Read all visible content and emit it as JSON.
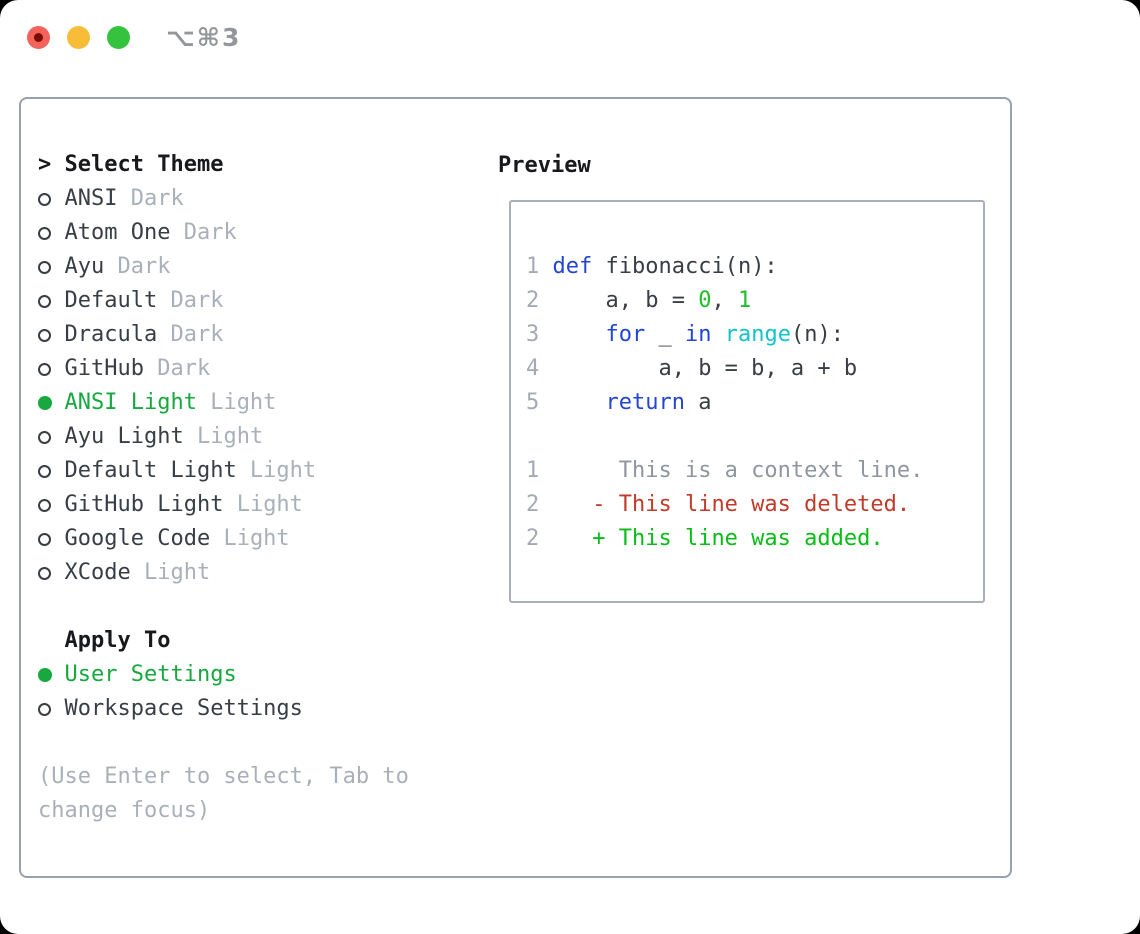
{
  "window": {
    "shortcut_label": "⌥⌘3",
    "traffic_lights": [
      "close",
      "minimize",
      "zoom"
    ]
  },
  "panel": {
    "select_theme": {
      "prompt": ">",
      "title": "Select Theme"
    },
    "themes": [
      {
        "name": "ANSI",
        "variant": "Dark",
        "selected": false
      },
      {
        "name": "Atom One",
        "variant": "Dark",
        "selected": false
      },
      {
        "name": "Ayu",
        "variant": "Dark",
        "selected": false
      },
      {
        "name": "Default",
        "variant": "Dark",
        "selected": false
      },
      {
        "name": "Dracula",
        "variant": "Dark",
        "selected": false
      },
      {
        "name": "GitHub",
        "variant": "Dark",
        "selected": false
      },
      {
        "name": "ANSI Light",
        "variant": "Light",
        "selected": true
      },
      {
        "name": "Ayu Light",
        "variant": "Light",
        "selected": false
      },
      {
        "name": "Default Light",
        "variant": "Light",
        "selected": false
      },
      {
        "name": "GitHub Light",
        "variant": "Light",
        "selected": false
      },
      {
        "name": "Google Code",
        "variant": "Light",
        "selected": false
      },
      {
        "name": "XCode",
        "variant": "Light",
        "selected": false
      }
    ],
    "apply_to": {
      "title": "Apply To",
      "options": [
        {
          "label": "User Settings",
          "selected": true
        },
        {
          "label": "Workspace Settings",
          "selected": false
        }
      ]
    },
    "help_lines": [
      "(Use Enter to select, Tab to",
      "change focus)"
    ]
  },
  "preview": {
    "title": "Preview",
    "code_lines": [
      {
        "num": "1",
        "segments": [
          {
            "c": "kw",
            "t": "def"
          },
          {
            "c": "p",
            "t": " fibonacci(n):"
          }
        ]
      },
      {
        "num": "2",
        "segments": [
          {
            "c": "p",
            "t": "    a, b = "
          },
          {
            "c": "nm",
            "t": "0"
          },
          {
            "c": "p",
            "t": ", "
          },
          {
            "c": "nm",
            "t": "1"
          }
        ]
      },
      {
        "num": "3",
        "segments": [
          {
            "c": "p",
            "t": "    "
          },
          {
            "c": "kw",
            "t": "for"
          },
          {
            "c": "p",
            "t": " _ "
          },
          {
            "c": "kw",
            "t": "in"
          },
          {
            "c": "p",
            "t": " "
          },
          {
            "c": "bi",
            "t": "range"
          },
          {
            "c": "p",
            "t": "(n):"
          }
        ]
      },
      {
        "num": "4",
        "segments": [
          {
            "c": "p",
            "t": "        a, b = b, a + b"
          }
        ]
      },
      {
        "num": "5",
        "segments": [
          {
            "c": "p",
            "t": "    "
          },
          {
            "c": "kw",
            "t": "return"
          },
          {
            "c": "p",
            "t": " a"
          }
        ]
      },
      {
        "num": "",
        "segments": []
      },
      {
        "num": "1",
        "segments": [
          {
            "c": "ctx",
            "t": "     This is a context line."
          }
        ]
      },
      {
        "num": "2",
        "segments": [
          {
            "c": "del",
            "t": "   - This line was deleted."
          }
        ]
      },
      {
        "num": "2",
        "segments": [
          {
            "c": "add",
            "t": "   + This line was added."
          }
        ]
      }
    ]
  },
  "colors": {
    "accent_green": "#17a83f",
    "added_green": "#09bd15",
    "deleted_red": "#c23a28",
    "keyword_blue": "#2346d2",
    "builtin_cyan": "#12c3c9",
    "number_green": "#1fbe2a",
    "text_dark": "#383e45",
    "heading_black": "#17191c",
    "muted_gray": "#a9b0ba",
    "line_number_gray": "#a3aab4",
    "context_gray": "#8f969f",
    "traffic_red": "#f4635b",
    "traffic_red_dot": "#7a0d05",
    "traffic_yellow": "#f8bd38",
    "traffic_green": "#35c33f",
    "panel_border": "#99a1ab",
    "preview_border": "#aab0b8",
    "shortcut_gray": "#93979c"
  }
}
